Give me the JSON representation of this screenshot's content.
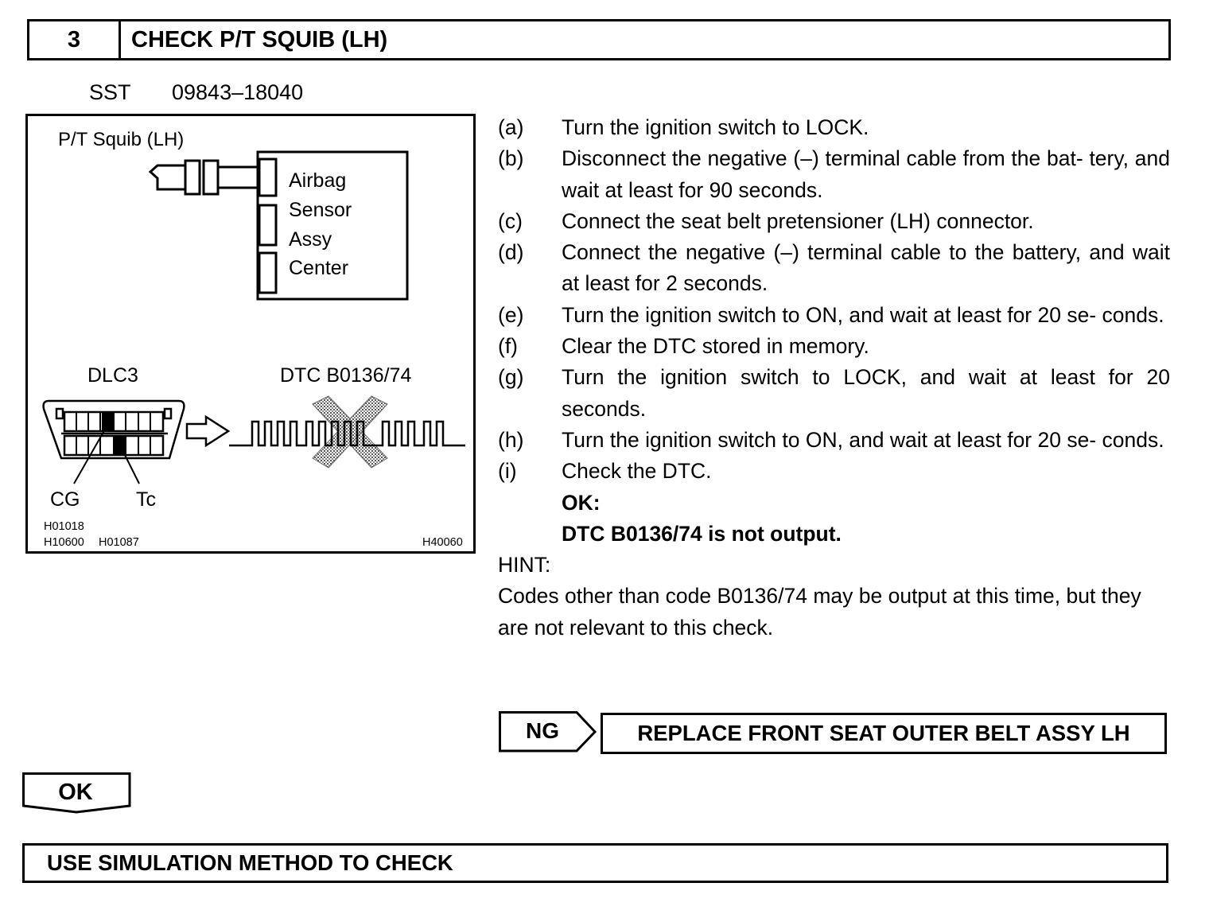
{
  "header": {
    "step_number": "3",
    "title": "CHECK P/T SQUIB (LH)"
  },
  "sst": {
    "label": "SST",
    "value": "09843–18040"
  },
  "figure": {
    "squib_label": "P/T Squib (LH)",
    "ecu_lines": [
      "Airbag",
      "Sensor",
      "Assy",
      "Center"
    ],
    "dlc_label": "DLC3",
    "dtc_label": "DTC B0136/74",
    "cg_label": "CG",
    "tc_label": "Tc",
    "code_1": "H01018",
    "code_2": "H10600",
    "code_3": "H01087",
    "code_4": "H40060"
  },
  "steps": [
    {
      "label": "(a)",
      "text": "Turn the ignition switch to LOCK."
    },
    {
      "label": "(b)",
      "text": "Disconnect the negative (–) terminal cable from the bat- tery, and wait at least for 90 seconds."
    },
    {
      "label": "(c)",
      "text": "Connect the seat belt pretensioner (LH) connector."
    },
    {
      "label": "(d)",
      "text": "Connect the negative (–) terminal cable to the battery, and wait at least for 2 seconds."
    },
    {
      "label": "(e)",
      "text": "Turn the ignition switch to ON, and wait at least for 20 se- conds."
    },
    {
      "label": "(f)",
      "text": "Clear the DTC stored in memory."
    },
    {
      "label": "(g)",
      "text": "Turn the ignition switch to LOCK, and wait at least for 20 seconds."
    },
    {
      "label": "(h)",
      "text": "Turn the ignition switch to ON, and wait at least for 20 se- conds."
    },
    {
      "label": "(i)",
      "text": "Check the DTC."
    }
  ],
  "ok_title": "OK:",
  "ok_text": "DTC B0136/74 is not output.",
  "hint_title": "HINT:",
  "hint_text": "Codes other than code B0136/74 may be output at this time, but they are not relevant to this check.",
  "ng": {
    "label": "NG",
    "action": "REPLACE FRONT SEAT OUTER BELT ASSY LH"
  },
  "ok_branch": {
    "label": "OK"
  },
  "final": {
    "text": "USE SIMULATION METHOD TO CHECK"
  }
}
